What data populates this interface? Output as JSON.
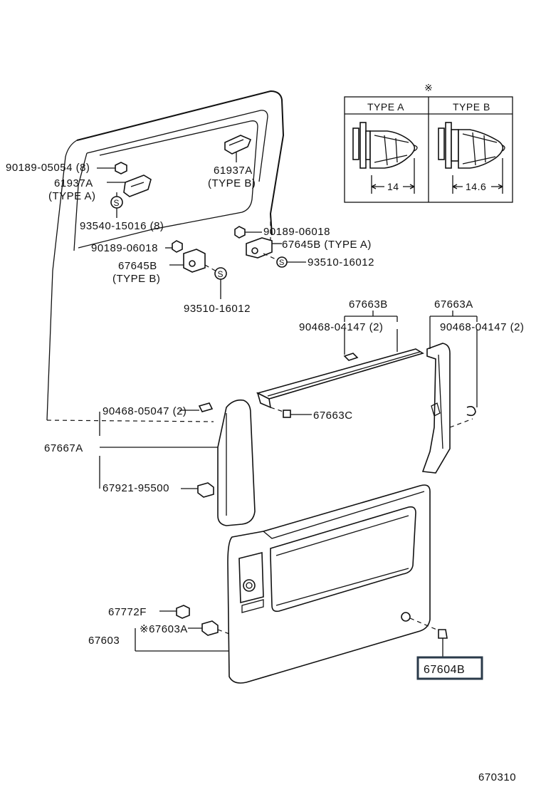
{
  "diagram_id": "670310",
  "note_symbol": "※",
  "inset": {
    "headers": [
      "TYPE A",
      "TYPE B"
    ],
    "dimensions": [
      "14",
      "14.6"
    ]
  },
  "labels": {
    "p90189_05054": "90189-05054 (8)",
    "p61937A_left": "61937A",
    "type_a_left": "(TYPE  A)",
    "p61937A_right": "61937A",
    "type_b_right": "(TYPE  B)",
    "p93540_15016": "93540-15016 (8)",
    "p90189_06018_right": "90189-06018",
    "p67645B_type_a": "67645B (TYPE  A)",
    "p93510_16012_right": "93510-16012",
    "p90189_06018_left": "90189-06018",
    "p67645B_left": "67645B",
    "type_b_left": "(TYPE  B)",
    "p93510_16012_left": "93510-16012",
    "p67663B": "67663B",
    "p90468_04147_mid": "90468-04147 (2)",
    "p67663A": "67663A",
    "p90468_04147_right": "90468-04147 (2)",
    "p90468_05047": "90468-05047 (2)",
    "p67663C": "67663C",
    "p67667A": "67667A",
    "p67921_95500": "67921-95500",
    "p67772F": "67772F",
    "p67603A": "※67603A",
    "p67603": "67603",
    "p67604B": "67604B"
  }
}
